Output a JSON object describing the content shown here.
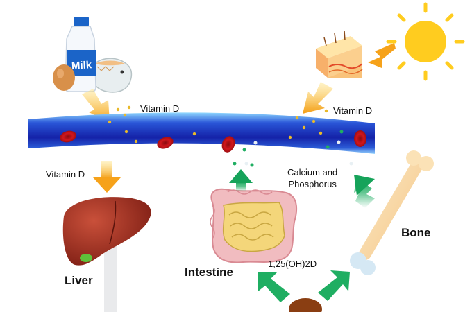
{
  "labels": {
    "vitamin_d_dietary": "Vitamin D",
    "vitamin_d_skin": "Vitamin D",
    "vitamin_d_to_liver": "Vitamin D",
    "calcium_line1": "Calcium and",
    "calcium_line2": "Phosphorus",
    "liver": "Liver",
    "intestine": "Intestine",
    "bone": "Bone",
    "calcitriol": "1,25(OH)2D",
    "milk": "Milk"
  },
  "colors": {
    "blood_vessel": "#1c2fb8",
    "arrow_orange": "#f6a21a",
    "arrow_green": "#1fae62",
    "sun": "#ffcc1f",
    "liver": "#9b2c1e",
    "red_cell": "#c8151b"
  },
  "icons": [
    "sun-icon",
    "skin-icon",
    "milk-bottle-icon",
    "egg-icon",
    "fish-icon",
    "blood-vessel-icon",
    "red-blood-cell-icon",
    "liver-icon",
    "intestine-icon",
    "bone-icon",
    "kidney-icon"
  ]
}
